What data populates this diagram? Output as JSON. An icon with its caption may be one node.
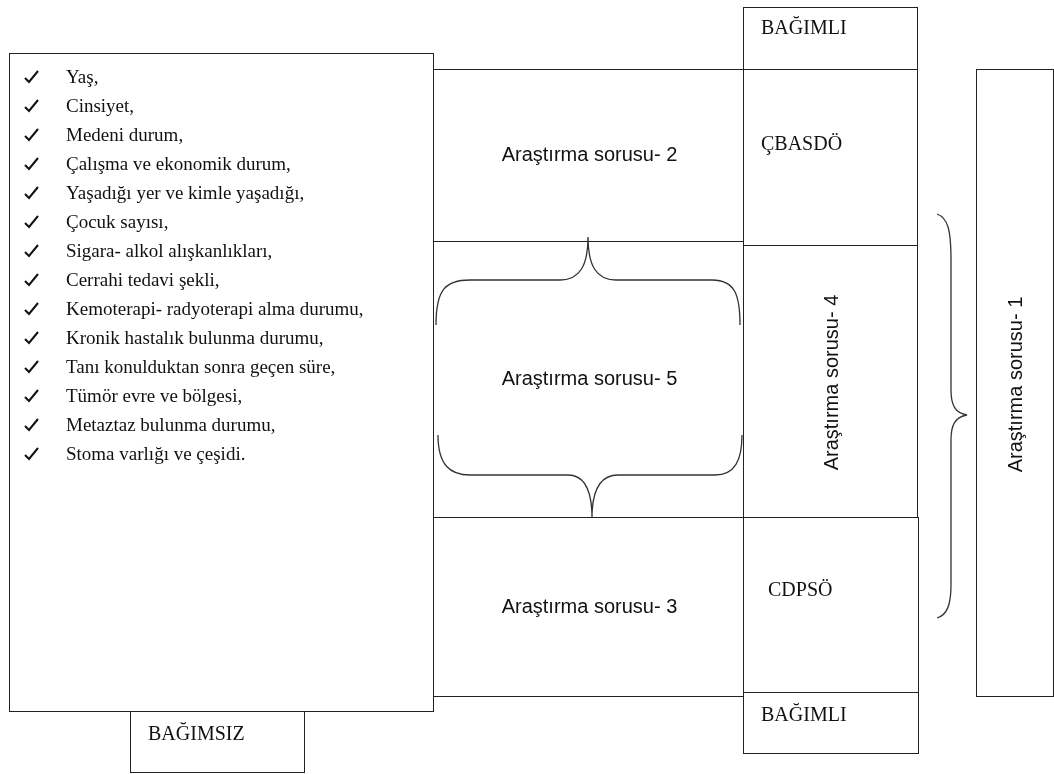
{
  "diagram": {
    "nodes": [
      {
        "text": [
          "Yaş,",
          "Cinsiyet,",
          "Medeni durum,",
          "Çalışma ve ekonomik durum,",
          "Yaşadığı yer ve kimle yaşadığı,",
          "Çocuk sayısı,",
          "Sigara- alkol alışkanlıkları,",
          "Cerrahi tedavi şekli,",
          "Kemoterapi- radyoterapi alma durumu,",
          "Kronik hastalık bulunma durumu,",
          "Tanı konulduktan sonra geçen süre,",
          "Tümör evre ve bölgesi,",
          "Metaztaz bulunma durumu,",
          "Stoma varlığı ve çeşidi."
        ]
      },
      {
        "text": [
          "BAĞIMSIZ"
        ]
      },
      {
        "text": [
          "BAĞIMLI"
        ]
      },
      {
        "text": [
          "Araştırma sorusu- 2"
        ]
      },
      {
        "text": [
          "ÇBASDÖ"
        ]
      },
      {
        "text": [
          "Araştırma sorusu- 5"
        ]
      },
      {
        "text": [
          "Araştırma sorusu- 4"
        ]
      },
      {
        "text": [
          "Araştırma sorusu- 3"
        ]
      },
      {
        "text": [
          "CDPSÖ"
        ]
      },
      {
        "text": [
          "BAĞIMLI"
        ]
      },
      {
        "text": [
          "Araştırma sorusu- 1"
        ]
      }
    ],
    "edges": []
  }
}
